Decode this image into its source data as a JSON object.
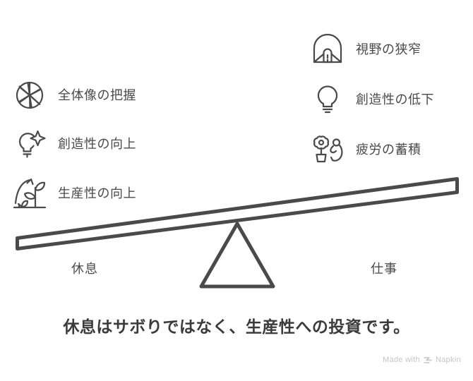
{
  "theme": {
    "background": "#ffffff",
    "stroke": "#4a4a4a",
    "text": "#4a4a4a",
    "caption_text": "#3b3b3b",
    "watermark_text": "#c6c6c6"
  },
  "benefits": {
    "items": [
      {
        "label": "全体像の把握",
        "icon": "aperture-icon"
      },
      {
        "label": "創造性の向上",
        "icon": "lightbulb-sparkle-icon"
      },
      {
        "label": "生産性の向上",
        "icon": "growing-plant-icon"
      }
    ]
  },
  "drawbacks": {
    "items": [
      {
        "label": "視野の狭窄",
        "icon": "tunnel-vision-icon"
      },
      {
        "label": "創造性の低下",
        "icon": "lightbulb-icon"
      },
      {
        "label": "疲労の蓄積",
        "icon": "wilting-flower-icon"
      }
    ]
  },
  "seesaw": {
    "left_label": "休息",
    "right_label": "仕事"
  },
  "caption": {
    "text": "休息はサボりではなく、生産性への投資です。"
  },
  "watermark": {
    "prefix": "Made with",
    "brand": "Napkin"
  }
}
